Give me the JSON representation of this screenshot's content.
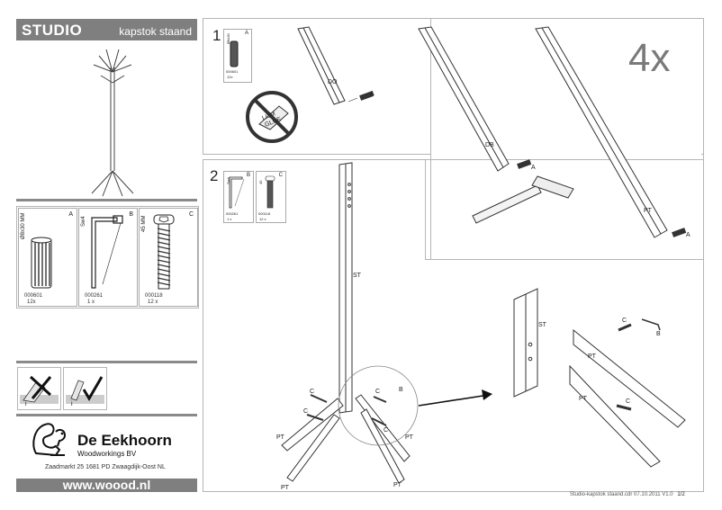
{
  "header": {
    "brand": "STUDIO",
    "model": "kapstok staand"
  },
  "parts": [
    {
      "letter": "A",
      "dim": "Ø8x30 MM",
      "code": "000601",
      "qty": "12x"
    },
    {
      "letter": "B",
      "dim": "Sw4",
      "code": "000261",
      "qty": "1 x"
    },
    {
      "letter": "C",
      "dim": "45 MM",
      "code": "000118",
      "qty": "12 x"
    }
  ],
  "company": {
    "name": "De Eekhoorn",
    "tagline": "Woodworkings BV",
    "address": "Zaadmarkt 25  1681 PD Zwaagdijk-Oost NL",
    "website": "www.woood.nl"
  },
  "step1": {
    "number": "1",
    "mini_letter": "A",
    "mini_dim": "Ø8x30",
    "mini_code": "000601",
    "mini_qty": "12x",
    "no_glue": "LIJM GLUE",
    "labels": {
      "do": "DO",
      "db": "DB",
      "pt": "PT",
      "a": "A"
    },
    "multiplier": "4x"
  },
  "step2": {
    "number": "2",
    "mini_b_letter": "B",
    "mini_b_dim": "Sw4",
    "mini_b_code": "000261",
    "mini_b_qty": "1 x",
    "mini_c_letter": "C",
    "mini_c_dim": "45",
    "mini_c_code": "000118",
    "mini_c_qty": "12 x",
    "labels": {
      "st": "ST",
      "pt": "PT",
      "c": "C",
      "b": "B"
    }
  },
  "footer": {
    "file": "Studio-kapstok staand.cdr 07.10.2011 V1.0",
    "page": "1/2"
  }
}
